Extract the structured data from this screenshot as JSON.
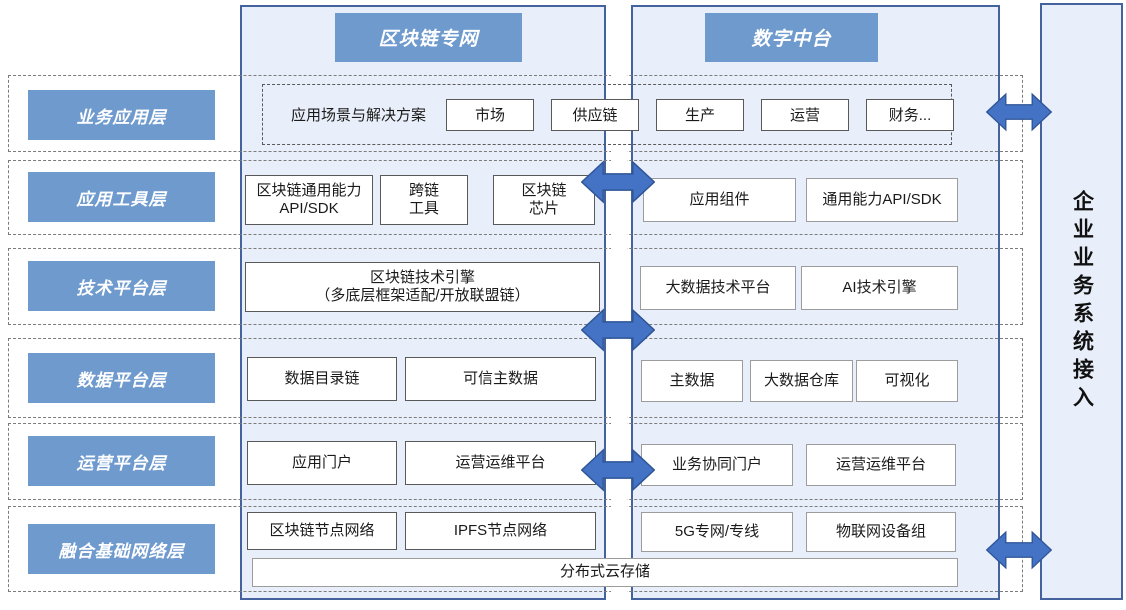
{
  "colors": {
    "accent": "#6f9ace",
    "arrow_fill": "#4472c4",
    "arrow_stroke": "#2f5597",
    "panel_bg": "#e9effa",
    "panel_border": "#44639e"
  },
  "layers": [
    {
      "label": "业务应用层"
    },
    {
      "label": "应用工具层"
    },
    {
      "label": "技术平台层"
    },
    {
      "label": "数据平台层"
    },
    {
      "label": "运营平台层"
    },
    {
      "label": "融合基础网络层"
    }
  ],
  "application_row": {
    "caption": "应用场景与解决方案",
    "items": {
      "market": "市场",
      "supply_chain": "供应链",
      "production": "生产",
      "operation": "运营",
      "finance": "财务..."
    }
  },
  "blockchain_column": {
    "title": "区块链专网",
    "tools": {
      "api_sdk": "区块链通用能力\nAPI/SDK",
      "cross_chain": "跨链\n工具",
      "chip": "区块链\n芯片"
    },
    "tech": {
      "engine": "区块链技术引擎\n（多底层框架适配/开放联盟链）"
    },
    "data": {
      "catalog_chain": "数据目录链",
      "trusted_master": "可信主数据"
    },
    "ops": {
      "app_portal": "应用门户",
      "om_platform": "运营运维平台"
    },
    "network": {
      "node_network": "区块链节点网络",
      "ipfs": "IPFS节点网络"
    }
  },
  "digital_column": {
    "title": "数字中台",
    "tools": {
      "app_components": "应用组件",
      "general_api_sdk": "通用能力API/SDK"
    },
    "tech": {
      "bigdata": "大数据技术平台",
      "ai": "AI技术引擎"
    },
    "data": {
      "master": "主数据",
      "warehouse": "大数据仓库",
      "visualization": "可视化"
    },
    "ops": {
      "biz_portal": "业务协同门户",
      "om_platform": "运营运维平台"
    },
    "network": {
      "g5": "5G专网/专线",
      "iot": "物联网设备组"
    }
  },
  "storage": {
    "label": "分布式云存储"
  },
  "right_panel": {
    "title": "企业业务系统接入"
  }
}
